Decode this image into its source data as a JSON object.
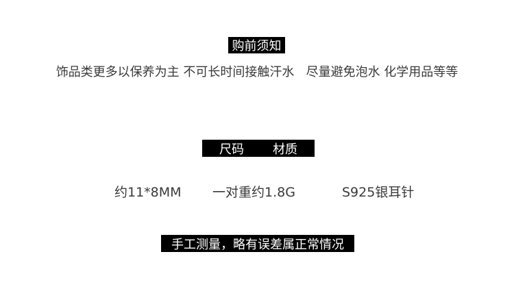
{
  "notice": {
    "title": "购前须知",
    "text": "饰品类更多以保养为主 不可长时间接触汗水   尽量避免泡水 化学用品等等"
  },
  "specs": {
    "header_size_label": "尺码",
    "header_material_label": "材质",
    "size": "约11*8MM",
    "weight": "一对重约1.8G",
    "material": "S925银耳针"
  },
  "disclaimer": {
    "text": "手工测量，略有误差属正常情况"
  }
}
